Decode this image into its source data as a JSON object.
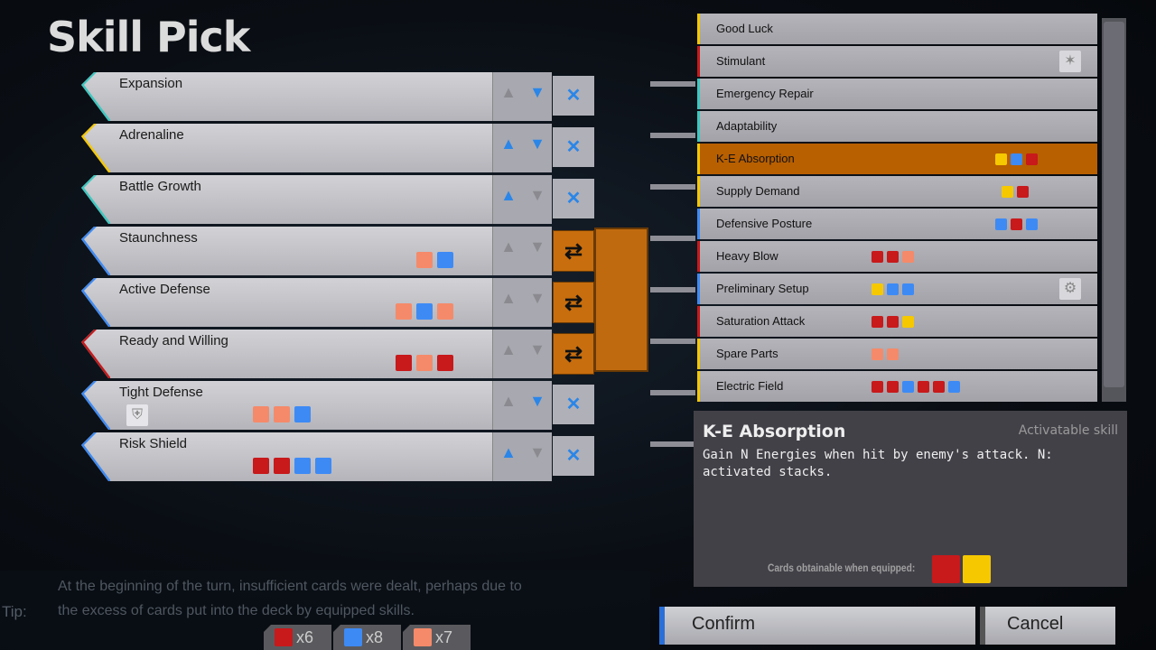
{
  "title": "Skill Pick",
  "colors": {
    "red": "#c8191b",
    "blue": "#3d8af5",
    "salmon": "#f58a6a",
    "yellow": "#f5c800",
    "teal": "#3cc8c0",
    "selected": "#b85f00",
    "active_arrow": "#2a86e8",
    "inactive_arrow": "#8a8a90"
  },
  "slots": [
    {
      "name": "Expansion",
      "accent": "teal",
      "swatches": [],
      "up": false,
      "down": true,
      "action": "remove"
    },
    {
      "name": "Adrenaline",
      "accent": "yellow",
      "swatches": [],
      "up": true,
      "down": true,
      "action": "remove"
    },
    {
      "name": "Battle Growth",
      "accent": "teal",
      "swatches": [],
      "up": true,
      "down": false,
      "action": "remove"
    },
    {
      "name": "Staunchness",
      "accent": "blue",
      "swatches": [
        "salmon",
        "blue"
      ],
      "up": false,
      "down": false,
      "action": "swap"
    },
    {
      "name": "Active Defense",
      "accent": "blue",
      "swatches": [
        "salmon",
        "blue",
        "salmon"
      ],
      "up": false,
      "down": false,
      "action": "swap"
    },
    {
      "name": "Ready and Willing",
      "accent": "red",
      "swatches": [
        "red",
        "salmon",
        "red"
      ],
      "up": false,
      "down": false,
      "action": "swap"
    },
    {
      "name": "Tight Defense",
      "accent": "blue",
      "swatches": [
        "salmon",
        "salmon",
        "blue"
      ],
      "icon": "shield-icon",
      "up": false,
      "down": true,
      "action": "remove"
    },
    {
      "name": "Risk Shield",
      "accent": "blue",
      "swatches": [
        "red",
        "red",
        "blue",
        "blue"
      ],
      "up": true,
      "down": false,
      "action": "remove"
    }
  ],
  "skills": [
    {
      "name": "Good Luck",
      "accent": "yellow",
      "swatches": []
    },
    {
      "name": "Stimulant",
      "accent": "red",
      "swatches": [],
      "icon": "figure-burst-icon"
    },
    {
      "name": "Emergency Repair",
      "accent": "teal",
      "swatches": []
    },
    {
      "name": "Adaptability",
      "accent": "teal",
      "swatches": []
    },
    {
      "name": "K-E Absorption",
      "accent": "yellow",
      "swatches": [
        "yellow",
        "blue",
        "red"
      ],
      "selected": true
    },
    {
      "name": "Supply Demand",
      "accent": "yellow",
      "swatches": [
        "yellow",
        "red"
      ]
    },
    {
      "name": "Defensive Posture",
      "accent": "blue",
      "swatches": [
        "blue",
        "red",
        "blue"
      ]
    },
    {
      "name": "Heavy Blow",
      "accent": "red",
      "swatches": [
        "red",
        "red",
        "salmon"
      ],
      "left": true
    },
    {
      "name": "Preliminary Setup",
      "accent": "blue",
      "swatches": [
        "yellow",
        "blue",
        "blue"
      ],
      "left": true,
      "icon": "gear-icon"
    },
    {
      "name": "Saturation Attack",
      "accent": "red",
      "swatches": [
        "red",
        "red",
        "yellow"
      ],
      "left": true
    },
    {
      "name": "Spare Parts",
      "accent": "yellow",
      "swatches": [
        "salmon",
        "salmon"
      ],
      "left": true
    },
    {
      "name": "Electric Field",
      "accent": "yellow",
      "swatches": [
        "red",
        "red",
        "blue",
        "red",
        "red",
        "blue"
      ],
      "left": true
    }
  ],
  "detail": {
    "title": "K-E Absorption",
    "kind": "Activatable skill",
    "description": "Gain N Energies when hit by enemy's attack. N: activated stacks.",
    "cards_label": "Cards obtainable when equipped:",
    "cards": [
      "red",
      "yellow"
    ]
  },
  "tip": {
    "label": "Tip:",
    "text": "At the beginning of the turn, insufficient cards were dealt, perhaps due to the excess of cards put into the deck by equipped skills."
  },
  "card_counts": [
    {
      "color": "red",
      "count": "x6"
    },
    {
      "color": "blue",
      "count": "x8"
    },
    {
      "color": "salmon",
      "count": "x7"
    }
  ],
  "buttons": {
    "confirm": "Confirm",
    "cancel": "Cancel"
  }
}
